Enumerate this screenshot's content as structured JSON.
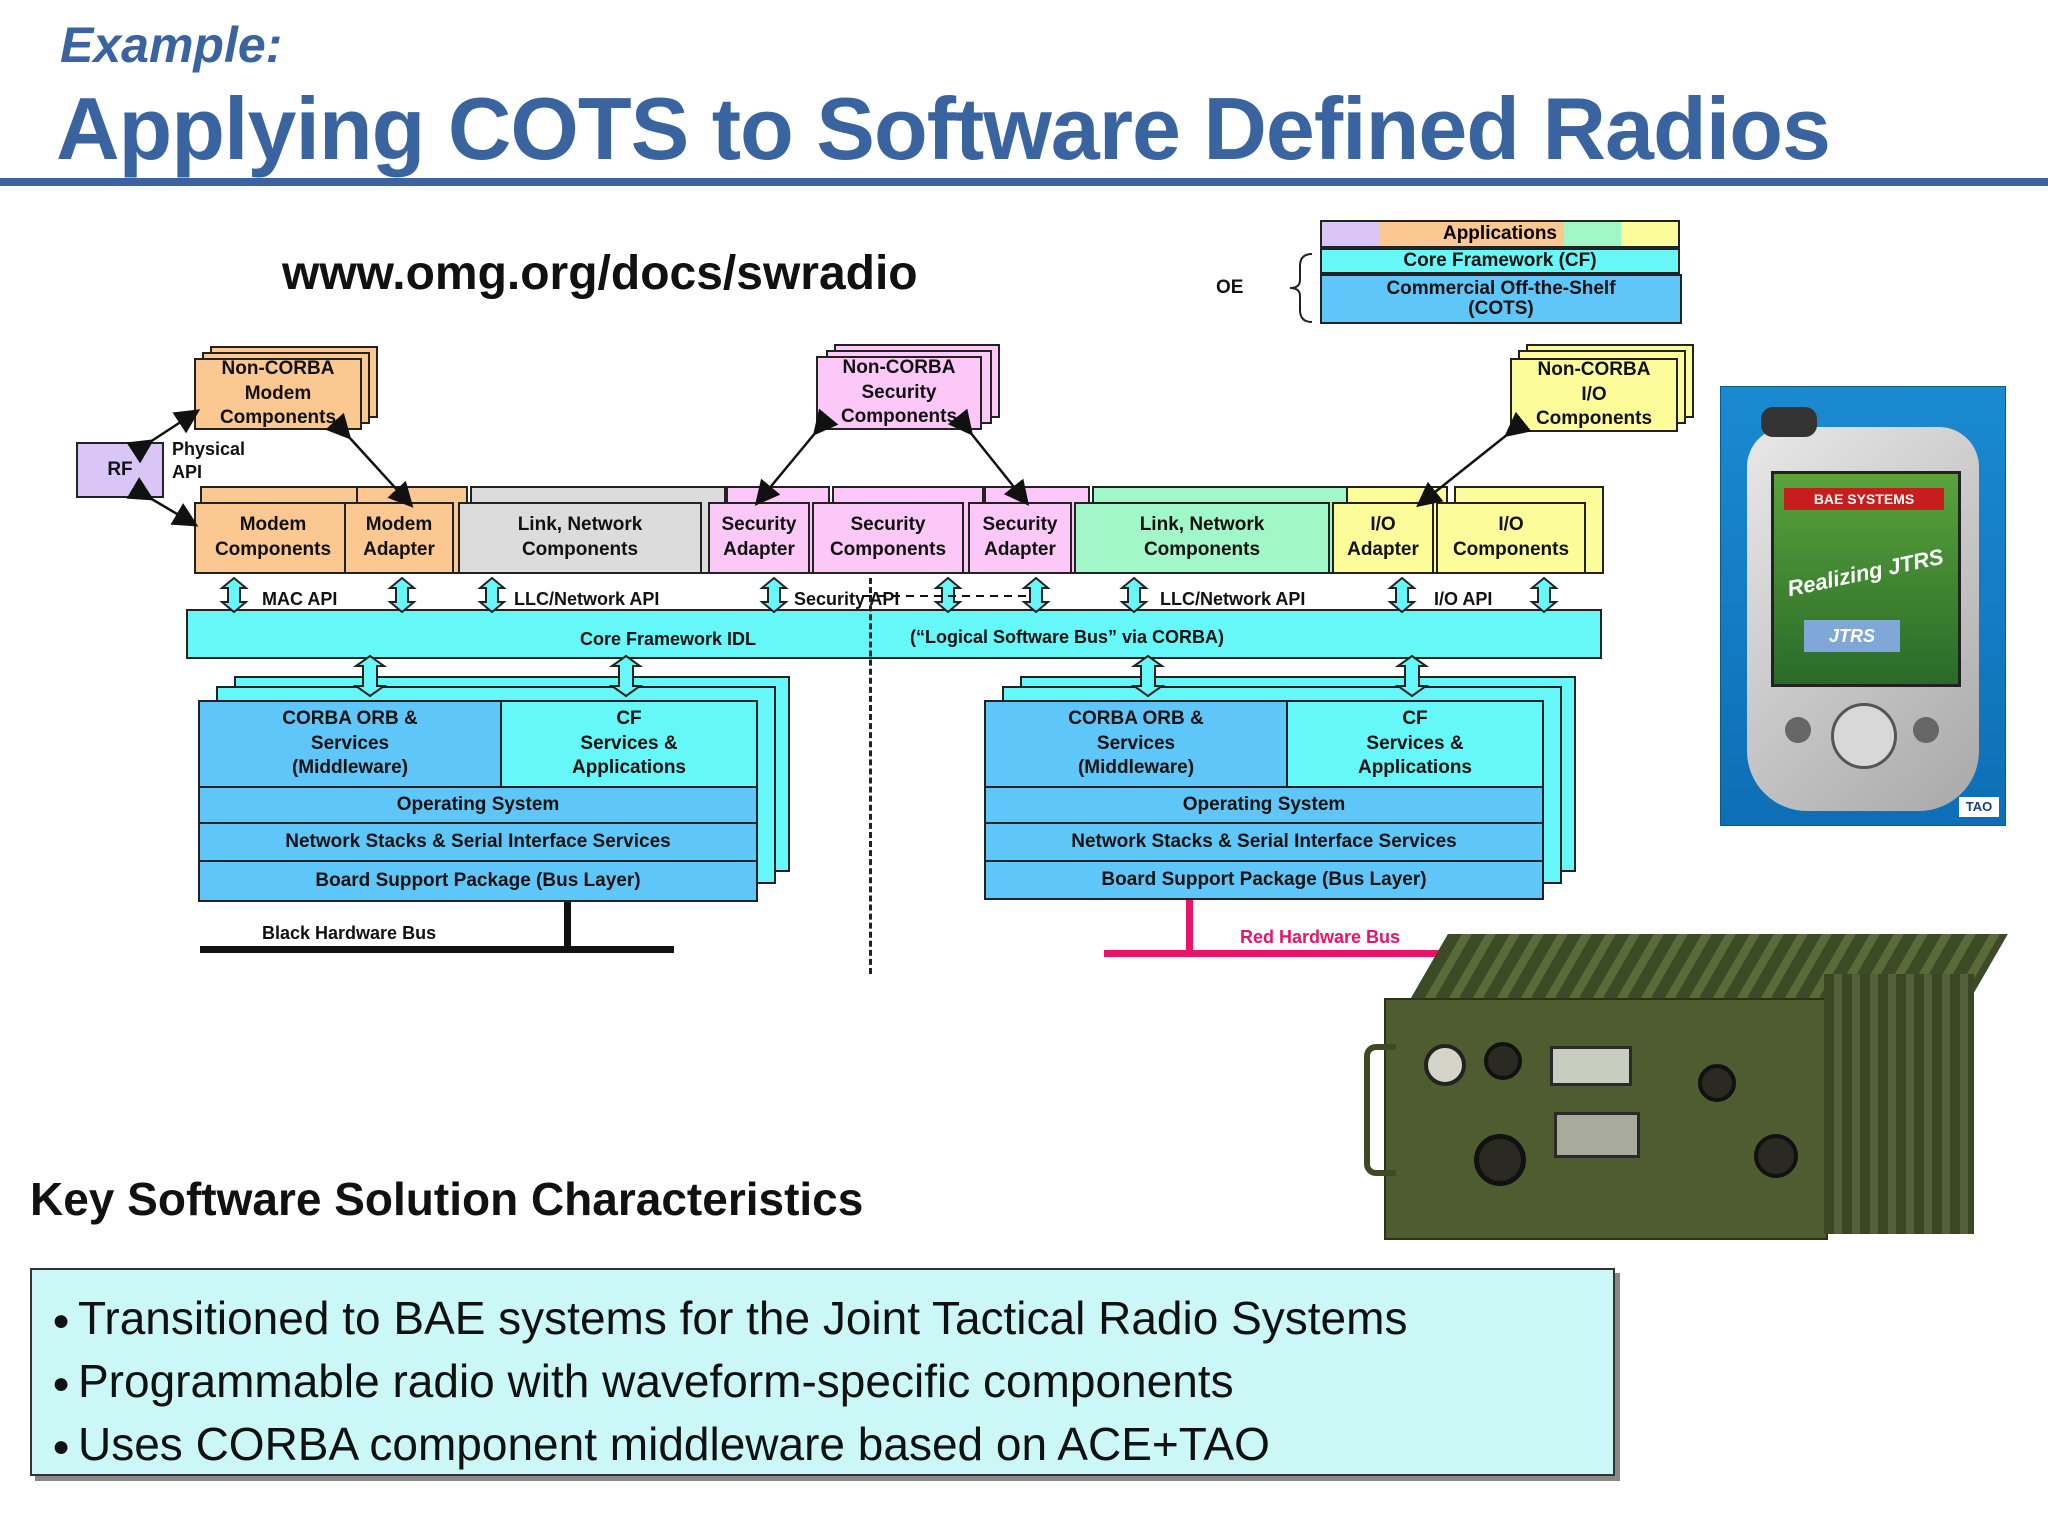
{
  "header": {
    "kicker": "Example:",
    "title": "Applying COTS to Software Defined Radios",
    "accent_color": "#3a64a0"
  },
  "url_text": "www.omg.org/docs/swradio",
  "legend": {
    "oe_label": "OE",
    "applications": "Applications",
    "core_framework": "Core Framework (CF)",
    "cots": "Commercial Off-the-Shelf\n(COTS)"
  },
  "top_components": {
    "modem": "Non-CORBA\nModem\nComponents",
    "security": "Non-CORBA\nSecurity\nComponents",
    "io": "Non-CORBA\nI/O\nComponents"
  },
  "rf": {
    "label": "RF",
    "physical_api": "Physical\nAPI"
  },
  "components_row": [
    {
      "id": "modem-components",
      "label": "Modem\nComponents",
      "color": "orange"
    },
    {
      "id": "modem-adapter",
      "label": "Modem\nAdapter",
      "color": "orange"
    },
    {
      "id": "link-network-black",
      "label": "Link, Network\nComponents",
      "color": "grey"
    },
    {
      "id": "security-adapter-left",
      "label": "Security\nAdapter",
      "color": "pink"
    },
    {
      "id": "security-components",
      "label": "Security\nComponents",
      "color": "pink"
    },
    {
      "id": "security-adapter-right",
      "label": "Security\nAdapter",
      "color": "pink"
    },
    {
      "id": "link-network-red",
      "label": "Link, Network\nComponents",
      "color": "green"
    },
    {
      "id": "io-adapter",
      "label": "I/O\nAdapter",
      "color": "yellow"
    },
    {
      "id": "io-components",
      "label": "I/O\nComponents",
      "color": "yellow"
    }
  ],
  "apis": {
    "mac": "MAC API",
    "llc_left": "LLC/Network API",
    "security": "Security API",
    "llc_right": "LLC/Network API",
    "io": "I/O API"
  },
  "bus": {
    "left_label": "Core Framework IDL",
    "right_label": "(“Logical Software Bus” via CORBA)"
  },
  "stacks": {
    "left": {
      "orb": "CORBA ORB &\nServices\n(Middleware)",
      "cf": "CF\nServices &\nApplications",
      "os": "Operating System",
      "net": "Network Stacks & Serial Interface Services",
      "bsp": "Board Support Package (Bus Layer)",
      "hw_bus": "Black Hardware Bus"
    },
    "right": {
      "orb": "CORBA ORB &\nServices\n(Middleware)",
      "cf": "CF\nServices &\nApplications",
      "os": "Operating System",
      "net": "Network Stacks & Serial Interface Services",
      "bsp": "Board Support Package (Bus Layer)",
      "hw_bus": "Red Hardware Bus"
    }
  },
  "device_image": {
    "brand": "BAE SYSTEMS",
    "tagline": "Realizing JTRS",
    "logo": "JTRS",
    "badge": "TAO"
  },
  "key_heading": "Key Software Solution Characteristics",
  "bullets": [
    "Transitioned to BAE systems for the Joint Tactical Radio Systems",
    "Programmable radio with waveform-specific components",
    "Uses CORBA component middleware based on ACE+TAO"
  ]
}
